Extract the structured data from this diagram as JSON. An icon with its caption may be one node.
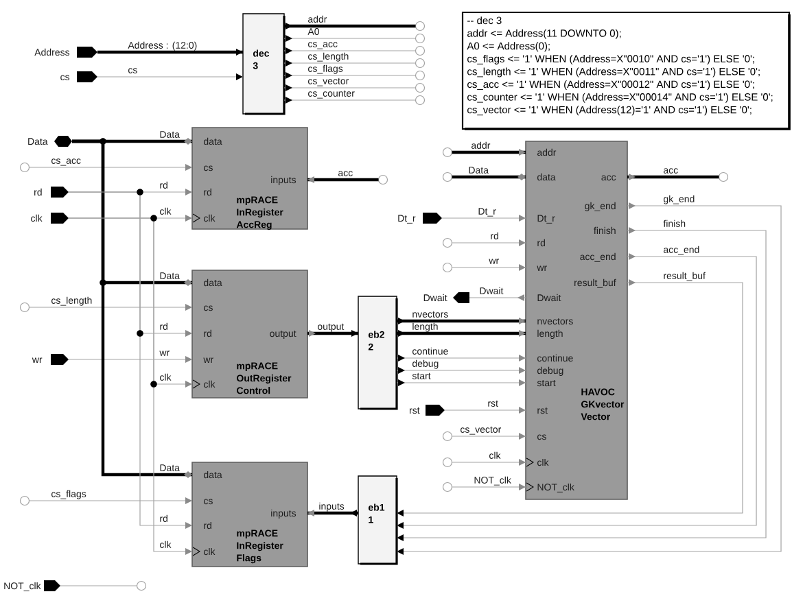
{
  "diagram": {
    "nodes": [
      {
        "text": [],
        "shape": "pentagon",
        "beside": [
          "Address"
        ]
      },
      {
        "text": [],
        "shape": "pentagon",
        "beside": [
          "cs"
        ]
      },
      {
        "text": [
          "dec 3"
        ]
      },
      {
        "text": [],
        "shape": "circle"
      },
      {
        "text": [],
        "shape": "circle"
      },
      {
        "text": [],
        "shape": "circle"
      },
      {
        "text": [],
        "shape": "circle"
      },
      {
        "text": [],
        "shape": "circle"
      },
      {
        "text": [],
        "shape": "circle"
      },
      {
        "text": [],
        "shape": "circle"
      },
      {
        "text": [
          "-- dec 3",
          "addr <= Address(11 DOWNTO 0);",
          "A0 <= Address(0);",
          "cs_flags <= '1' WHEN (Address=X\"0010\" AND cs='1') ELSE '0';",
          "cs_length <= '1' WHEN (Address=X\"0011\" AND cs='1') ELSE '0';",
          "cs_acc <= '1' WHEN (Address=X\"00012\" AND cs='1') ELSE '0';",
          "cs_counter <= '1' WHEN (Address=X\"00014\" AND cs='1') ELSE '0';",
          "cs_vector <= '1' WHEN (Address(12)='1' AND cs='1') ELSE '0';"
        ]
      },
      {
        "text": [],
        "shape": "hexagon",
        "beside": [
          "Data"
        ]
      },
      {
        "text": [],
        "shape": "circle"
      },
      {
        "text": [],
        "shape": "pentagon",
        "beside": [
          "rd"
        ]
      },
      {
        "text": [],
        "shape": "pentagon",
        "beside": [
          "clk"
        ]
      },
      {
        "text": [
          "data",
          "cs",
          "rd",
          "clk",
          "inputs",
          "mpRACE InRegister AccReg"
        ]
      },
      {
        "text": [],
        "shape": "circle"
      },
      {
        "text": [],
        "shape": "circle"
      },
      {
        "text": [],
        "shape": "circle"
      },
      {
        "text": [],
        "shape": "circle"
      },
      {
        "text": [],
        "shape": "pentagon",
        "beside": [
          "Dt_r"
        ]
      },
      {
        "text": [],
        "shape": "circle"
      },
      {
        "text": [],
        "shape": "circle"
      },
      {
        "text": [],
        "shape": "pentagon",
        "beside": [
          "Dwait"
        ]
      },
      {
        "text": [
          "addr",
          "data",
          "Dt_r",
          "rd",
          "wr",
          "Dwait",
          "nvectors",
          "length",
          "continue",
          "debug",
          "start",
          "rst",
          "cs",
          "clk",
          "NOT_clk",
          "acc",
          "gk_end",
          "finish",
          "acc_end",
          "result_buf",
          "HAVOC GKvector Vector"
        ]
      },
      {
        "text": [],
        "shape": "circle"
      },
      {
        "text": [
          "data",
          "cs",
          "rd",
          "wr",
          "clk",
          "output",
          "mpRACE OutRegister Control"
        ]
      },
      {
        "text": [
          "eb2 2"
        ]
      },
      {
        "text": [],
        "shape": "pentagon",
        "beside": [
          "wr"
        ]
      },
      {
        "text": [],
        "shape": "pentagon",
        "beside": [
          "rst"
        ]
      },
      {
        "text": [],
        "shape": "circle"
      },
      {
        "text": [],
        "shape": "circle"
      },
      {
        "text": [],
        "shape": "circle"
      },
      {
        "text": [],
        "shape": "circle"
      },
      {
        "text": [
          "data",
          "cs",
          "rd",
          "clk",
          "inputs",
          "mpRACE InRegister Flags"
        ]
      },
      {
        "text": [
          "eb1 1"
        ]
      },
      {
        "text": [],
        "shape": "pentagon",
        "beside": [
          "NOT_clk"
        ]
      },
      {
        "text": [],
        "shape": "circle"
      }
    ],
    "edges": [
      {
        "from": 0,
        "to": 2,
        "arrow": "to",
        "label": "Address : (12:0)",
        "style": "thick",
        "color": "#000000"
      },
      {
        "from": 1,
        "to": 2,
        "arrow": "to",
        "label": "cs"
      },
      {
        "from": 2,
        "to": 3,
        "arrow": "to",
        "label": "addr",
        "style": "thick",
        "color": "#000000"
      },
      {
        "from": 2,
        "to": 4,
        "arrow": "to",
        "label": "A0"
      },
      {
        "from": 2,
        "to": 5,
        "arrow": "to",
        "label": "cs_acc"
      },
      {
        "from": 2,
        "to": 6,
        "arrow": "to",
        "label": "cs_length"
      },
      {
        "from": 2,
        "to": 7,
        "arrow": "to",
        "label": "cs_flags"
      },
      {
        "from": 2,
        "to": 8,
        "arrow": "to",
        "label": "cs_vector"
      },
      {
        "from": 2,
        "to": 9,
        "arrow": "to",
        "label": "cs_counter"
      },
      {
        "from": 11,
        "to": 15,
        "arrow": "other",
        "label": "Data",
        "style": "thick",
        "color": "#000000"
      },
      {
        "from": 12,
        "to": 15,
        "arrow": "to",
        "label": "cs_acc"
      },
      {
        "from": 13,
        "to": 15,
        "arrow": "to",
        "label": "rd"
      },
      {
        "from": 14,
        "to": 15,
        "arrow": "to",
        "label": "clk"
      },
      {
        "from": 16,
        "to": 15,
        "arrow": "to",
        "label": "acc",
        "style": "thick",
        "color": "#000000"
      },
      {
        "from": 11,
        "to": 26,
        "arrow": "other",
        "label": "Data",
        "style": "thick",
        "color": "#000000"
      },
      {
        "from": 25,
        "to": 26,
        "arrow": "to",
        "label": "cs_length"
      },
      {
        "from": 13,
        "to": 26,
        "arrow": "to",
        "label": "rd"
      },
      {
        "from": 28,
        "to": 26,
        "arrow": "to",
        "label": "wr"
      },
      {
        "from": 14,
        "to": 26,
        "arrow": "to",
        "label": "clk"
      },
      {
        "from": 26,
        "to": 27,
        "arrow": "to",
        "label": "output",
        "style": "thick",
        "color": "#000000"
      },
      {
        "from": 11,
        "to": 34,
        "arrow": "other",
        "label": "Data",
        "style": "thick",
        "color": "#000000"
      },
      {
        "from": 33,
        "to": 34,
        "arrow": "to",
        "label": "cs_flags"
      },
      {
        "from": 13,
        "to": 34,
        "arrow": "to",
        "label": "rd"
      },
      {
        "from": 14,
        "to": 34,
        "arrow": "to",
        "label": "clk"
      },
      {
        "from": 35,
        "to": 34,
        "arrow": "to",
        "label": "inputs",
        "style": "thick",
        "color": "#000000"
      },
      {
        "from": 17,
        "to": 24,
        "arrow": "to",
        "label": "addr",
        "style": "thick",
        "color": "#000000"
      },
      {
        "from": 18,
        "to": 24,
        "arrow": "other",
        "label": "Data",
        "style": "thick",
        "color": "#000000"
      },
      {
        "from": 20,
        "to": 24,
        "arrow": "to",
        "label": "Dt_r"
      },
      {
        "from": 21,
        "to": 24,
        "arrow": "to",
        "label": "rd"
      },
      {
        "from": 22,
        "to": 24,
        "arrow": "to",
        "label": "wr"
      },
      {
        "from": 24,
        "to": 23,
        "arrow": "to",
        "label": "Dwait"
      },
      {
        "from": 27,
        "to": 24,
        "arrow": "to",
        "label": "nvectors",
        "style": "thick",
        "color": "#000000"
      },
      {
        "from": 27,
        "to": 24,
        "arrow": "to",
        "label": "length",
        "style": "thick",
        "color": "#000000"
      },
      {
        "from": 27,
        "to": 24,
        "arrow": "to",
        "label": "continue"
      },
      {
        "from": 27,
        "to": 24,
        "arrow": "to",
        "label": "debug"
      },
      {
        "from": 27,
        "to": 24,
        "arrow": "to",
        "label": "start"
      },
      {
        "from": 29,
        "to": 24,
        "arrow": "to",
        "label": "rst"
      },
      {
        "from": 30,
        "to": 24,
        "arrow": "to",
        "label": "cs_vector"
      },
      {
        "from": 31,
        "to": 24,
        "arrow": "to",
        "label": "clk"
      },
      {
        "from": 32,
        "to": 24,
        "arrow": "to",
        "label": "NOT_clk"
      },
      {
        "from": 24,
        "to": 19,
        "arrow": "to",
        "label": "acc",
        "style": "thick",
        "color": "#000000"
      },
      {
        "from": 24,
        "to": 35,
        "arrow": "to",
        "label": "gk_end"
      },
      {
        "from": 24,
        "to": 35,
        "arrow": "to",
        "label": "finish"
      },
      {
        "from": 24,
        "to": 35,
        "arrow": "to",
        "label": "acc_end"
      },
      {
        "from": 24,
        "to": 35,
        "arrow": "to",
        "label": "result_buf"
      },
      {
        "from": 36,
        "to": 37,
        "arrow": "none"
      }
    ]
  }
}
